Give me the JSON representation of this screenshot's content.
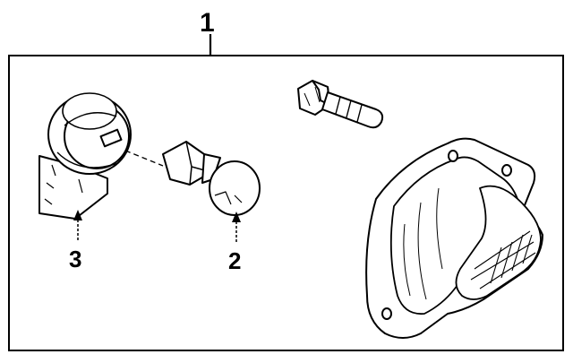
{
  "diagram": {
    "callouts": {
      "assembly": "1",
      "bulb": "2",
      "socket": "3"
    },
    "parts": {
      "assembly": "lamp-assembly",
      "bulb": "bulb",
      "socket": "socket",
      "bolt": "mounting-bolt"
    },
    "colors": {
      "line": "#000000",
      "background": "#ffffff"
    }
  }
}
